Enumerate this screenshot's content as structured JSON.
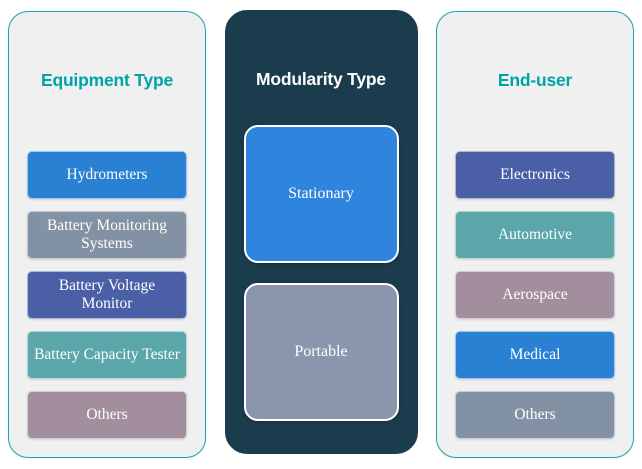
{
  "diagram": {
    "background_color": "#ffffff",
    "panels": [
      {
        "id": "equipment-type",
        "style": "light",
        "title": "Equipment Type",
        "title_color": "#00a3a8",
        "panel_bg": "#f0f0f0",
        "panel_border": "#1aa5a8",
        "items": [
          {
            "label": "Hydrometers",
            "color": "#2a80d2"
          },
          {
            "label": "Battery Monitoring Systems",
            "color": "#8391a5"
          },
          {
            "label": "Battery Voltage Monitor",
            "color": "#4a5fa5"
          },
          {
            "label": "Battery Capacity Tester",
            "color": "#5aa6a8"
          },
          {
            "label": "Others",
            "color": "#a28e9c"
          }
        ]
      },
      {
        "id": "modularity-type",
        "style": "dark",
        "title": "Modularity Type",
        "title_color": "#ffffff",
        "panel_bg": "#1b3c4c",
        "panel_border": "#1b3c4c",
        "items": [
          {
            "label": "Stationary",
            "color": "#2f85de"
          },
          {
            "label": "Portable",
            "color": "#8b96ad"
          }
        ]
      },
      {
        "id": "end-user",
        "style": "light",
        "title": "End-user",
        "title_color": "#00a3a8",
        "panel_bg": "#f0f0f0",
        "panel_border": "#1aa5a8",
        "items": [
          {
            "label": "Electronics",
            "color": "#4a5fa5"
          },
          {
            "label": "Automotive",
            "color": "#5aa6a8"
          },
          {
            "label": "Aerospace",
            "color": "#a28e9c"
          },
          {
            "label": "Medical",
            "color": "#2a80d2"
          },
          {
            "label": "Others",
            "color": "#8391a5"
          }
        ]
      }
    ]
  }
}
